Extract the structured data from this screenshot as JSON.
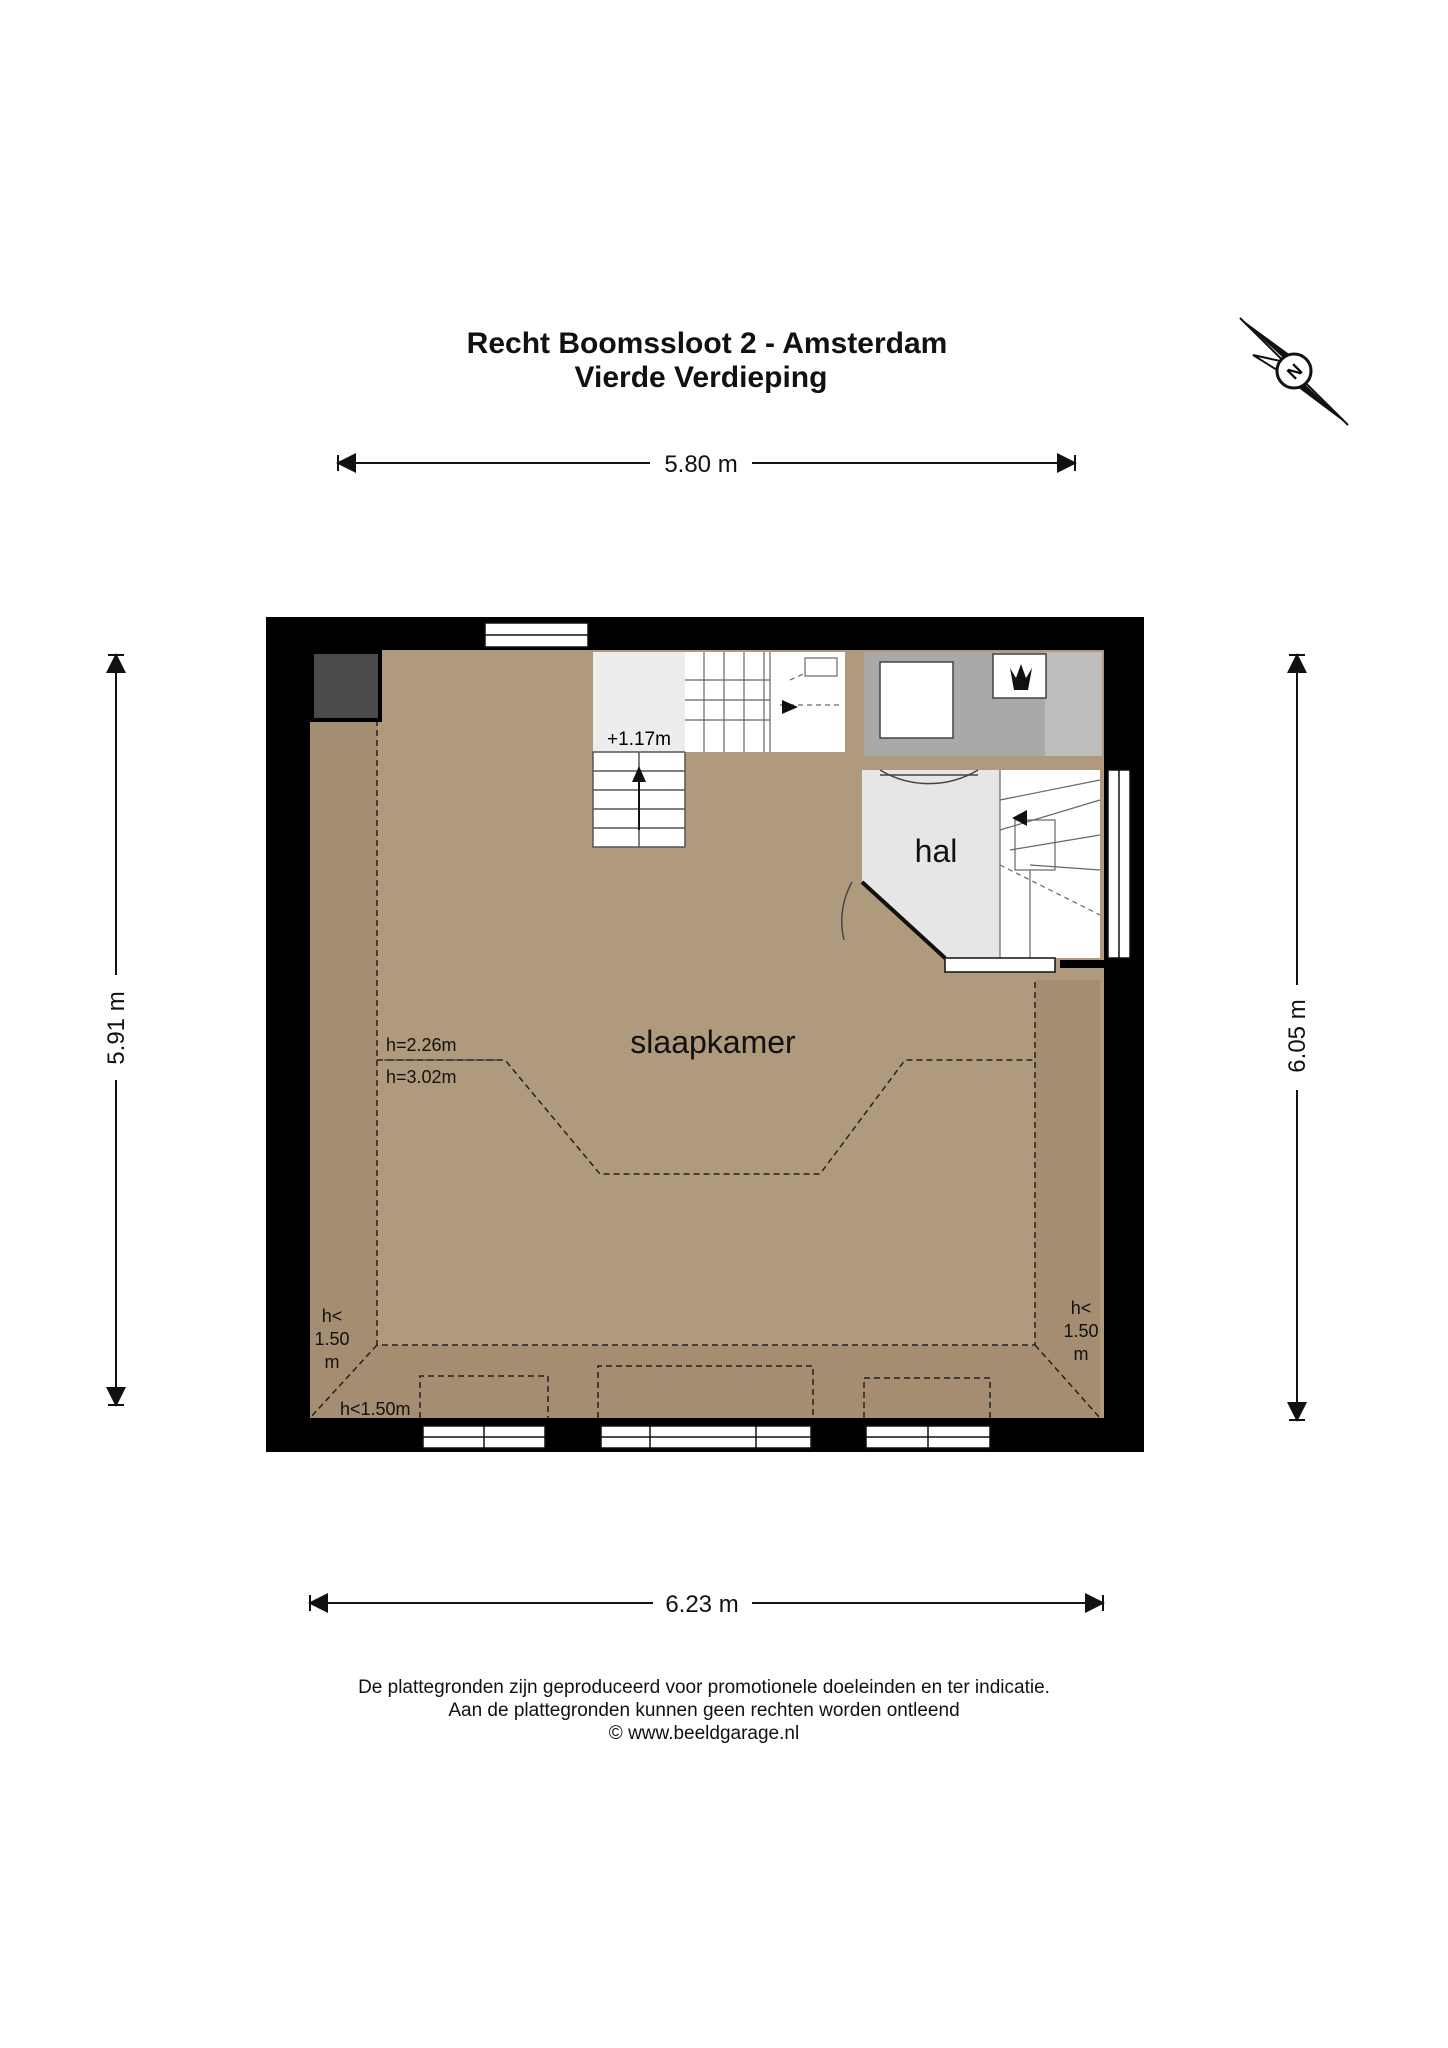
{
  "title": {
    "line1": "Recht Boomssloot 2 - Amsterdam",
    "line2": "Vierde Verdieping"
  },
  "compass": {
    "label": "N"
  },
  "dimensions": {
    "top": "5.80 m",
    "bottom": "6.23 m",
    "left": "5.91 m",
    "right": "6.05 m"
  },
  "rooms": {
    "main": "slaapkamer",
    "hall": "hal"
  },
  "labels": {
    "level": "+1.17m",
    "height_low": "h=2.26m",
    "height_high": "h=3.02m",
    "left_h1": "h<",
    "left_h2": "1.50",
    "left_h3": "m",
    "right_h1": "h<",
    "right_h2": "1.50",
    "right_h3": "m",
    "bottom_h": "h<1.50m"
  },
  "footer": {
    "line1": "De plattegronden zijn geproduceerd voor promotionele doeleinden en ter indicatie.",
    "line2": "Aan de plattegronden kunnen geen rechten worden ontleend",
    "line3": "© www.beeldgarage.nl"
  },
  "colors": {
    "wall": "#000000",
    "floor": "#b09a7e",
    "floor_edge": "#a08a6e",
    "hall": "#e6e6e6",
    "bathroom": "#a8a8a8",
    "stair": "#ffffff"
  }
}
